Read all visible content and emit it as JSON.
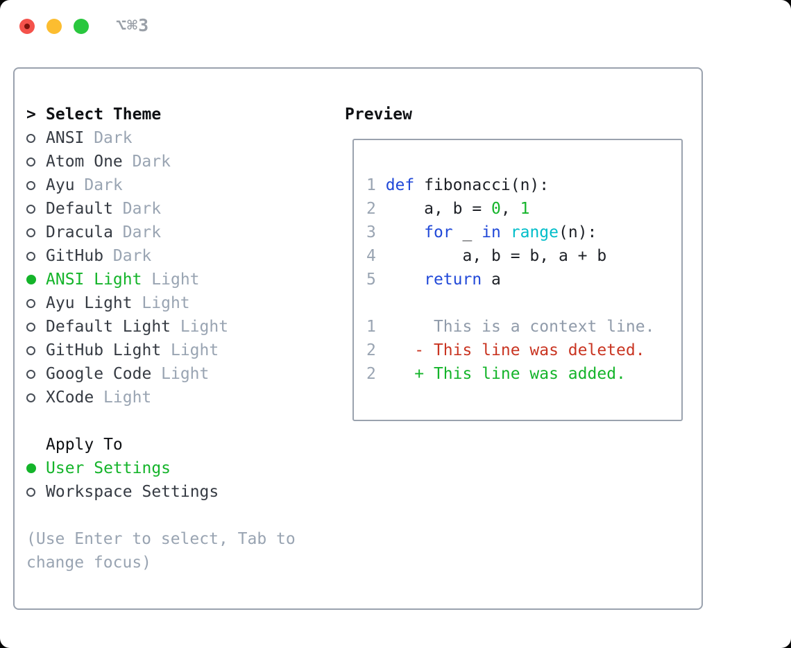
{
  "window": {
    "title": "⌥⌘3"
  },
  "titlebar": {
    "close_color": "#f4524b",
    "minimize_color": "#fcbd30",
    "zoom_color": "#29c73e"
  },
  "theme_panel": {
    "prompt": ">",
    "header_label": "Select Theme",
    "items": [
      {
        "name": "ANSI",
        "variant": "Dark",
        "selected": false
      },
      {
        "name": "Atom One",
        "variant": "Dark",
        "selected": false
      },
      {
        "name": "Ayu",
        "variant": "Dark",
        "selected": false
      },
      {
        "name": "Default",
        "variant": "Dark",
        "selected": false
      },
      {
        "name": "Dracula",
        "variant": "Dark",
        "selected": false
      },
      {
        "name": "GitHub",
        "variant": "Dark",
        "selected": false
      },
      {
        "name": "ANSI Light",
        "variant": "Light",
        "selected": true
      },
      {
        "name": "Ayu Light",
        "variant": "Light",
        "selected": false
      },
      {
        "name": "Default Light",
        "variant": "Light",
        "selected": false
      },
      {
        "name": "GitHub Light",
        "variant": "Light",
        "selected": false
      },
      {
        "name": "Google Code",
        "variant": "Light",
        "selected": false
      },
      {
        "name": "XCode",
        "variant": "Light",
        "selected": false
      }
    ],
    "apply_label": "Apply To",
    "apply_options": [
      {
        "name": "User Settings",
        "selected": true
      },
      {
        "name": "Workspace Settings",
        "selected": false
      }
    ],
    "hint_lines": [
      "(Use Enter to select, Tab to",
      "change focus)"
    ]
  },
  "preview": {
    "label": "Preview",
    "lines": [
      {
        "segments": [
          {
            "text": "1 ",
            "role": "linenum"
          },
          {
            "text": "def",
            "role": "keyword"
          },
          {
            "text": " fibonacci(n):",
            "role": "code"
          }
        ]
      },
      {
        "segments": [
          {
            "text": "2",
            "role": "linenum"
          },
          {
            "text": "     a, b = ",
            "role": "code"
          },
          {
            "text": "0",
            "role": "number"
          },
          {
            "text": ", ",
            "role": "code"
          },
          {
            "text": "1",
            "role": "number"
          }
        ]
      },
      {
        "segments": [
          {
            "text": "3",
            "role": "linenum"
          },
          {
            "text": "     ",
            "role": "code"
          },
          {
            "text": "for",
            "role": "keyword"
          },
          {
            "text": " _ ",
            "role": "code"
          },
          {
            "text": "in",
            "role": "keyword"
          },
          {
            "text": " ",
            "role": "code"
          },
          {
            "text": "range",
            "role": "builtin"
          },
          {
            "text": "(n):",
            "role": "code"
          }
        ]
      },
      {
        "segments": [
          {
            "text": "4",
            "role": "linenum"
          },
          {
            "text": "         a, b = b, a + b",
            "role": "code"
          }
        ]
      },
      {
        "segments": [
          {
            "text": "5",
            "role": "linenum"
          },
          {
            "text": "     ",
            "role": "code"
          },
          {
            "text": "return",
            "role": "keyword"
          },
          {
            "text": " a",
            "role": "code"
          }
        ]
      },
      {
        "segments": []
      },
      {
        "segments": [
          {
            "text": "1",
            "role": "linenum"
          },
          {
            "text": "      This is a context line.",
            "role": "context"
          }
        ]
      },
      {
        "segments": [
          {
            "text": "2",
            "role": "linenum"
          },
          {
            "text": "    - This line was deleted.",
            "role": "deleted"
          }
        ]
      },
      {
        "segments": [
          {
            "text": "2",
            "role": "linenum"
          },
          {
            "text": "    + This line was added.",
            "role": "added"
          }
        ]
      }
    ]
  },
  "colors": {
    "accent_green": "#14b42a",
    "keyword_blue": "#2149d8",
    "builtin_cyan": "#00bdc9",
    "deleted_red": "#c93522",
    "muted_gray": "#99a4b2",
    "border_gray": "#9aa2ae"
  }
}
